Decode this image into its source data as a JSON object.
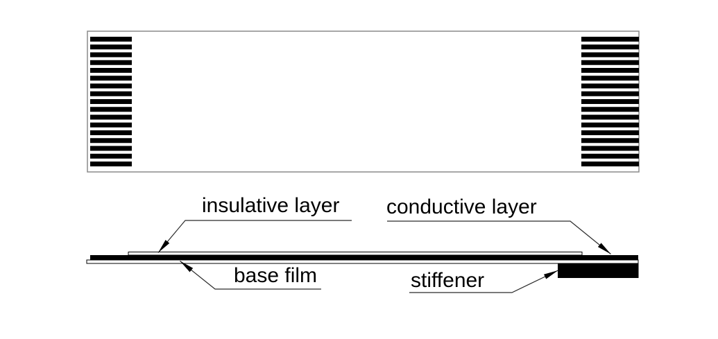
{
  "diagram": {
    "labels": {
      "insulative_layer": "insulative layer",
      "conductive_layer": "conductive layer",
      "base_film": "base film",
      "stiffener": "stiffener"
    },
    "top_view": {
      "stripes_per_side": 17
    },
    "colors": {
      "ink": "#000000",
      "paper": "#ffffff",
      "outline_gray": "#8a8a8a",
      "leader_line": "#2b2b2b"
    }
  }
}
